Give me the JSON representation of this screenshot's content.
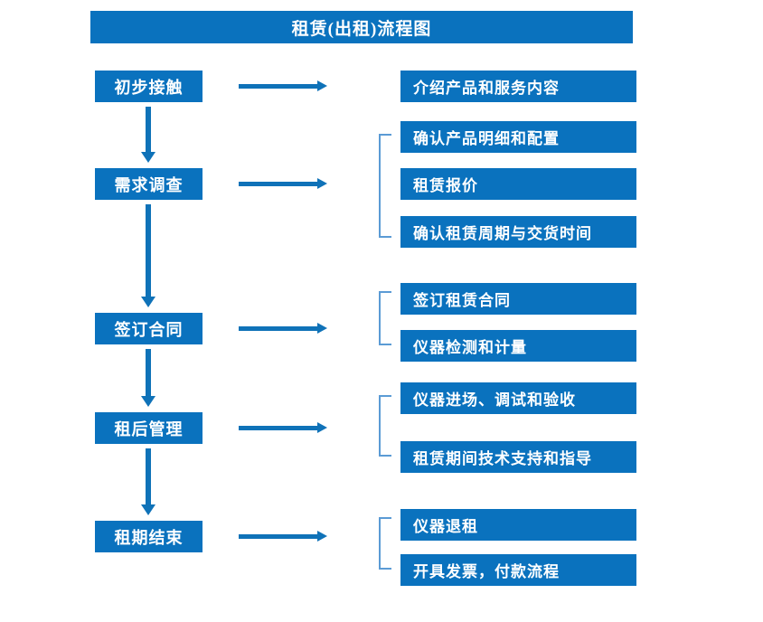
{
  "title": "租赁(出租)流程图",
  "colors": {
    "box_fill": "#0a72be",
    "box_text": "#ffffff",
    "arrow": "#0f72b8",
    "bracket": "#5b9bd5",
    "background": "#ffffff"
  },
  "stages": [
    {
      "label": "初步接触"
    },
    {
      "label": "需求调查"
    },
    {
      "label": "签订合同"
    },
    {
      "label": "租后管理"
    },
    {
      "label": "租期结束"
    }
  ],
  "groups": [
    {
      "bracketed": false,
      "items": [
        {
          "label": "介绍产品和服务内容"
        }
      ]
    },
    {
      "bracketed": true,
      "items": [
        {
          "label": "确认产品明细和配置"
        },
        {
          "label": "租赁报价"
        },
        {
          "label": "确认租赁周期与交货时间"
        }
      ]
    },
    {
      "bracketed": true,
      "items": [
        {
          "label": "签订租赁合同"
        },
        {
          "label": "仪器检测和计量"
        }
      ]
    },
    {
      "bracketed": true,
      "items": [
        {
          "label": "仪器进场、调试和验收"
        },
        {
          "label": "租赁期间技术支持和指导"
        }
      ]
    },
    {
      "bracketed": true,
      "items": [
        {
          "label": "仪器退租"
        },
        {
          "label": "开具发票，付款流程"
        }
      ]
    }
  ]
}
